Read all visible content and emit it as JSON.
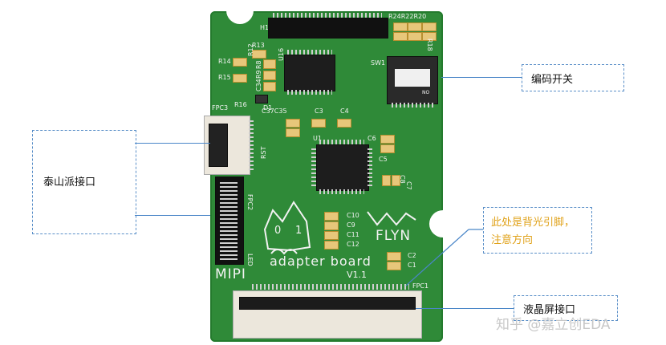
{
  "board": {
    "header_label": "H1",
    "resistors_top": "R24R22R20",
    "r18": "R18",
    "r13": "R13",
    "r14": "R14",
    "r15": "R15",
    "r12": "R12",
    "r8": "R8",
    "r9": "R9",
    "c34": "C34",
    "r16": "R16",
    "fpc3": "FPC3",
    "d1": "D1",
    "u16": "U16",
    "sw1": "SW1",
    "switch_no": "NO",
    "caps_row": "C37C35",
    "c3": "C3",
    "c4": "C4",
    "u1": "U1",
    "c6": "C6",
    "c5": "C5",
    "c8": "C8",
    "c7": "C7",
    "rst": "RST",
    "fpc2": "FPC2",
    "led": "LED",
    "mipi": "MIPI",
    "c10": "C10",
    "c9": "C9",
    "c11": "C11",
    "c12": "C12",
    "flyn": "FLYN",
    "adapter_board": "adapter board",
    "version": "V1.1",
    "c2": "C2",
    "c1": "C1",
    "fpc1": "FPC1",
    "logo_left": "0",
    "logo_right": "1"
  },
  "callouts": {
    "encoder_switch": "编码开关",
    "taishan_interface": "泰山派接口",
    "backlight_line1": "此处是背光引脚，",
    "backlight_line2": "注意方向",
    "lcd_interface": "液晶屏接口"
  },
  "colors": {
    "board_green": "#2f8a38",
    "callout_line": "#4a86c8",
    "backlight_text": "#e0a21a"
  },
  "watermark": "知乎 @嘉立创EDA"
}
